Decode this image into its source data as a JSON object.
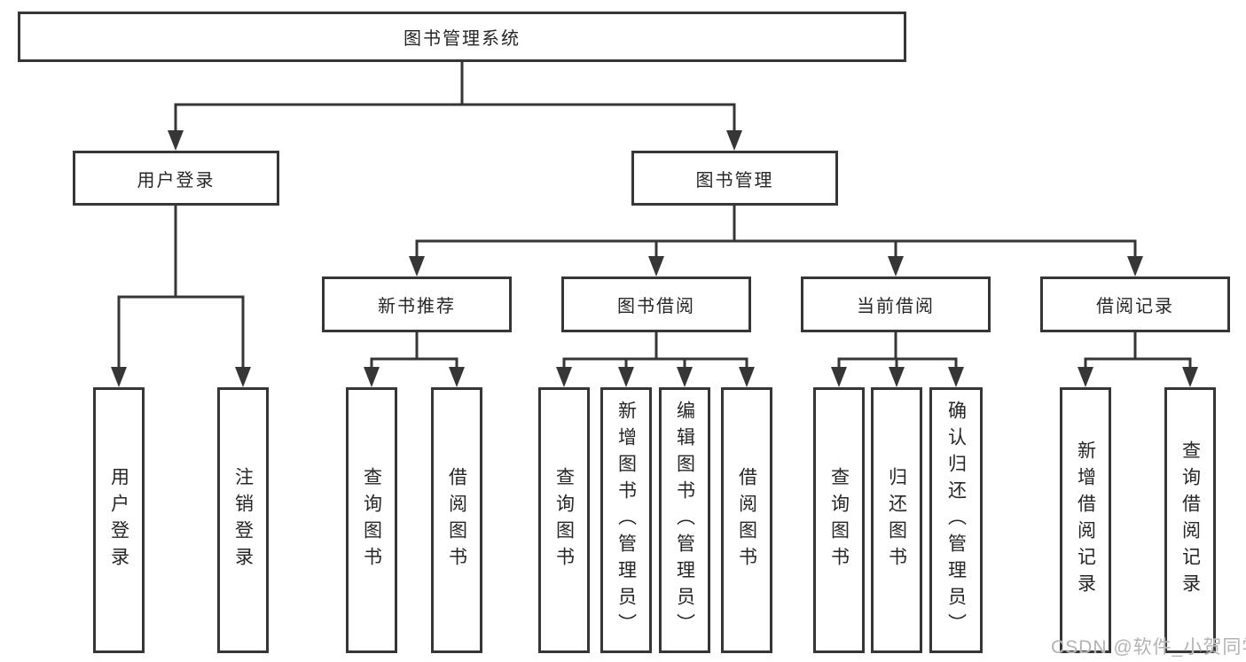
{
  "colors": {
    "line": "#363636",
    "box_border": "#363636",
    "box_background": "#ffffff",
    "text": "#262626",
    "watermark": "#b3b3b3"
  },
  "tree": {
    "root": {
      "label": "图书管理系统"
    },
    "level2": [
      {
        "label": "用户登录"
      },
      {
        "label": "图书管理"
      }
    ],
    "level3": [
      {
        "label": "新书推荐"
      },
      {
        "label": "图书借阅"
      },
      {
        "label": "当前借阅"
      },
      {
        "label": "借阅记录"
      }
    ],
    "leaves": {
      "user_login": [
        {
          "label": "用户登录"
        },
        {
          "label": "注销登录"
        }
      ],
      "new_books": [
        {
          "label": "查询图书"
        },
        {
          "label": "借阅图书"
        }
      ],
      "book_borrow": [
        {
          "label": "查询图书"
        },
        {
          "label": "新增图书（管理员）"
        },
        {
          "label": "编辑图书（管理员）"
        },
        {
          "label": "借阅图书"
        }
      ],
      "current_borrow": [
        {
          "label": "查询图书"
        },
        {
          "label": "归还图书"
        },
        {
          "label": "确认归还（管理员）"
        }
      ],
      "borrow_records": [
        {
          "label": "新增借阅记录"
        },
        {
          "label": "查询借阅记录"
        }
      ]
    }
  },
  "watermark": {
    "text": "CSDN @软件_小贺同学"
  }
}
